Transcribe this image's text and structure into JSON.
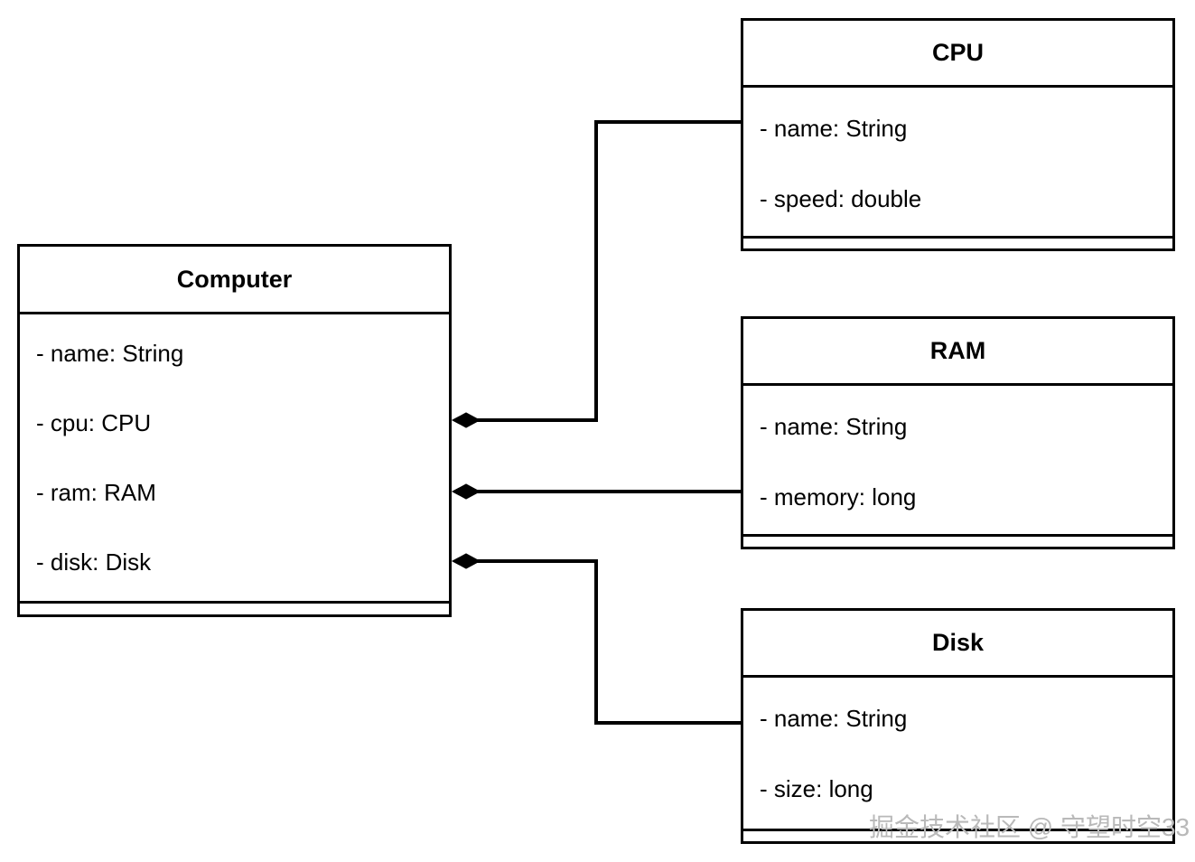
{
  "diagram": {
    "type": "uml-class-diagram",
    "title": "Computer composition UML class diagram",
    "classes": [
      {
        "id": "computer",
        "name": "Computer",
        "attributes": [
          "- name: String",
          "- cpu: CPU",
          "- ram: RAM",
          "- disk: Disk"
        ],
        "methods": []
      },
      {
        "id": "cpu",
        "name": "CPU",
        "attributes": [
          "- name: String",
          "- speed: double"
        ],
        "methods": []
      },
      {
        "id": "ram",
        "name": "RAM",
        "attributes": [
          "- name: String",
          "- memory: long"
        ],
        "methods": []
      },
      {
        "id": "disk",
        "name": "Disk",
        "attributes": [
          "- name: String",
          "- size: long"
        ],
        "methods": []
      }
    ],
    "relations": [
      {
        "id": "computer-cpu",
        "from": "computer",
        "to": "cpu",
        "kind": "composition",
        "marker": "filled-diamond"
      },
      {
        "id": "computer-ram",
        "from": "computer",
        "to": "ram",
        "kind": "composition",
        "marker": "filled-diamond"
      },
      {
        "id": "computer-disk",
        "from": "computer",
        "to": "disk",
        "kind": "composition",
        "marker": "filled-diamond"
      }
    ],
    "colors": {
      "line": "#000000",
      "fill": "#ffffff",
      "text": "#000000",
      "watermark": "#b9b9b9"
    }
  },
  "watermark": {
    "text": "掘金技术社区 @ 守望时空33"
  }
}
